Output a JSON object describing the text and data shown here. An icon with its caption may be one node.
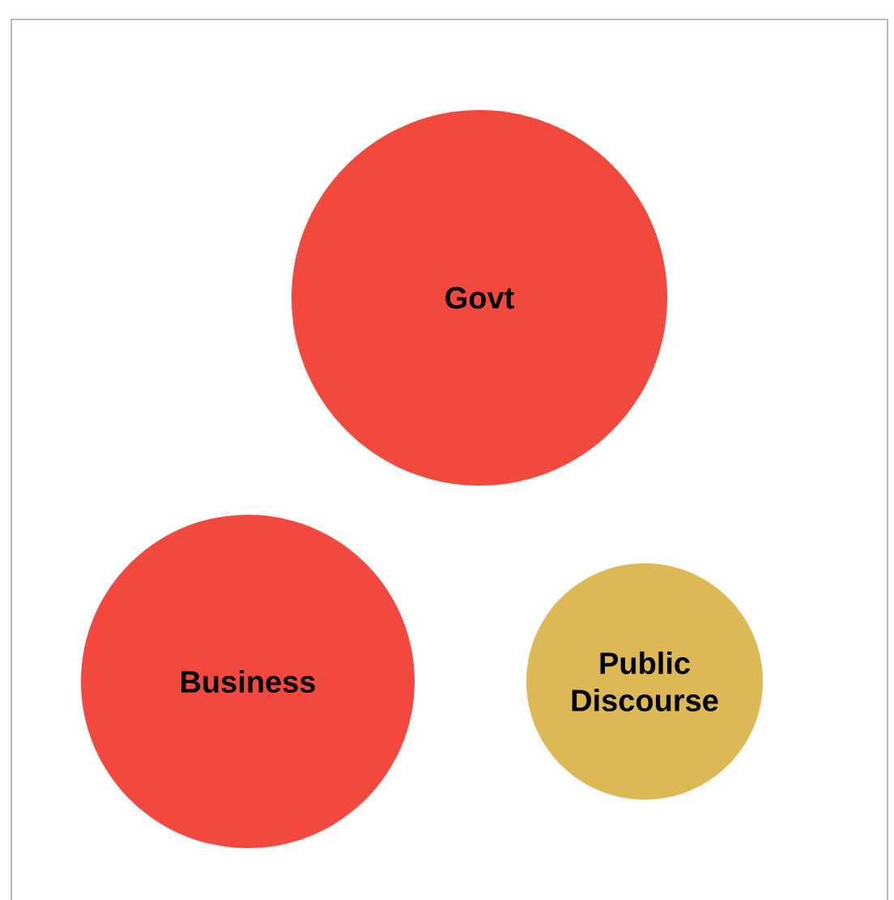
{
  "diagram": {
    "nodes": [
      {
        "text": [
          "Govt"
        ]
      },
      {
        "text": [
          "Business"
        ]
      },
      {
        "text": [
          "Public Discourse"
        ]
      }
    ]
  }
}
